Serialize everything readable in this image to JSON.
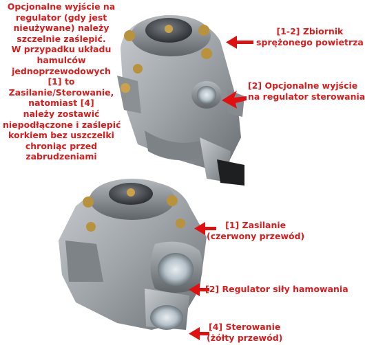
{
  "note_left": [
    "Opcjonalne wyjście na",
    "regulator (gdy jest",
    "nieużywane) należy",
    "szczelnie zaślepić.",
    "W przypadku układu",
    "hamulców",
    "jednoprzewodowych",
    "[1] to",
    "Zasilanie/Sterowanie,",
    "natomiast [4]",
    "należy zostawić",
    "niepodłączone i zaślepić",
    "korkiem bez uszczelki",
    "chroniąc przed",
    "zabrudzeniami"
  ],
  "annotations": {
    "tank": [
      "[1-2] Zbiornik",
      "sprężonego powietrza"
    ],
    "optional_output": [
      "[2] Opcjonalne wyjście",
      "na regulator sterowania"
    ],
    "supply": [
      "[1] Zasilanie",
      "(czerwony przewód)"
    ],
    "regulator": [
      "[2] Regulator siły hamowania"
    ],
    "control": [
      "[4] Sterowanie",
      "(żółty przewód)"
    ]
  },
  "colors": {
    "text": "#d91c1c",
    "arrow": "#e01010",
    "metal": "#9a9ea3"
  }
}
